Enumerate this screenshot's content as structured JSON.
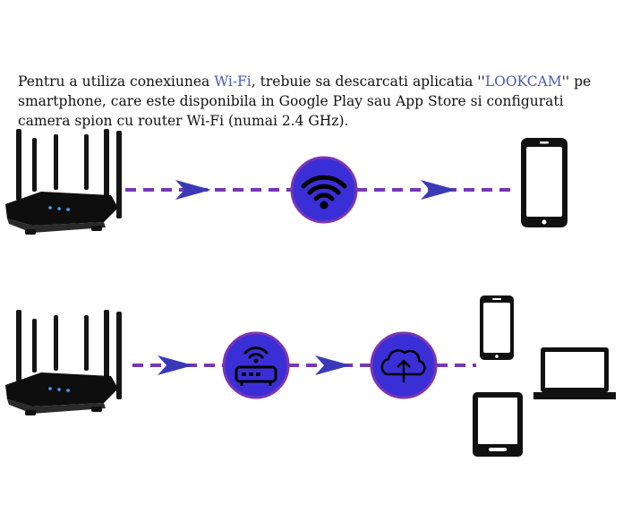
{
  "intro": {
    "before_wifi": "Pentru a utiliza conexiunea ",
    "wifi": "Wi-Fi",
    "middle": ", trebuie sa descarcati aplicatia ''",
    "app": "LOOKCAM",
    "after_app": "'' pe smartphone, care este disponibila in Google Play sau App Store si configurati camera spion cu router Wi-Fi (numai 2.4 GHz)."
  },
  "colors": {
    "link_text": "#4a5aa8",
    "dash": "#7b35b5",
    "arrow": "#3a3ab8",
    "circle_fill": "#3a2fd6",
    "circle_ring": "#7b35b5",
    "device": "#111111"
  },
  "icons": {
    "router": "wifi-router-icon",
    "wifi": "wifi-icon",
    "access_point": "access-point-icon",
    "cloud": "cloud-upload-icon",
    "phone": "smartphone-icon",
    "tablet": "tablet-icon",
    "laptop": "laptop-icon"
  }
}
